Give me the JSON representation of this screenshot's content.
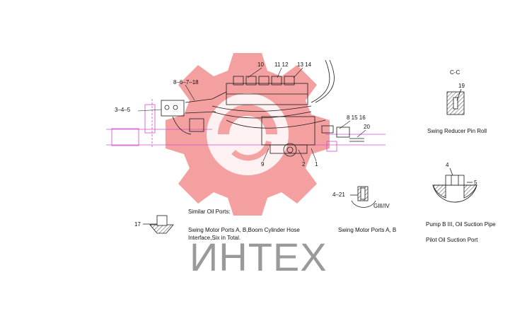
{
  "watermark": {
    "text": "ИНТЕХ",
    "gear_color": "#f08080",
    "text_color": "#9a9a9a"
  },
  "callouts": {
    "c_8_6_7_18": "8–6–7–18",
    "c_3_4_5": "3–4–5",
    "c_10": "10",
    "c_11_12": "11 12",
    "c_13_14": "13 14",
    "c_8_15_16": "8  15 16",
    "c_20": "20",
    "c_9": "9",
    "c_2": "2",
    "c_1": "1",
    "c_4_21": "4–21",
    "c_giii_iv": "GIII/IV",
    "c_17": "17",
    "c_19": "19",
    "c_4": "4",
    "c_5": "5"
  },
  "section_title": "C-C",
  "captions": {
    "swing_reducer": "Swing Reducer Pin Roll",
    "similar_ports": "Similar Oil Ports:",
    "swing_motor_boom": "Swing Motor Ports A, B,Boom Cylinder Hose Interface,Six in Total.",
    "swing_motor_ab": "Swing Motor Ports A, B",
    "pump_b3": "Pump B III, Oil Suction Pipe",
    "pilot_oil": "Pilot Oil Suction Port"
  },
  "colors": {
    "line": "#1a1a1a",
    "magenta": "#d24bd2",
    "hatch": "#444444"
  }
}
